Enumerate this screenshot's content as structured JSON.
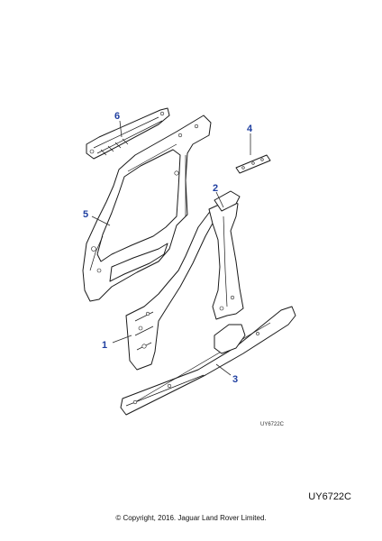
{
  "diagram": {
    "callouts": [
      "1",
      "2",
      "3",
      "4",
      "5",
      "6"
    ],
    "illustration_ref_small": "UY6722C",
    "illustration_ref": "UY6722C",
    "copyright": "© Copyright, 2016. Jaguar Land Rover Limited.",
    "colors": {
      "callout": "#1f3fa0",
      "line": "#1a1a1a"
    },
    "parts": [
      {
        "callout": "1",
        "depicts": "pillar-base-bracket"
      },
      {
        "callout": "2",
        "depicts": "b-pillar-reinforcement"
      },
      {
        "callout": "3",
        "depicts": "sill-rocker-panel"
      },
      {
        "callout": "4",
        "depicts": "small-reinforcement-plate"
      },
      {
        "callout": "5",
        "depicts": "body-side-aperture-frame"
      },
      {
        "callout": "6",
        "depicts": "roof-rail-reinforcement"
      }
    ]
  }
}
